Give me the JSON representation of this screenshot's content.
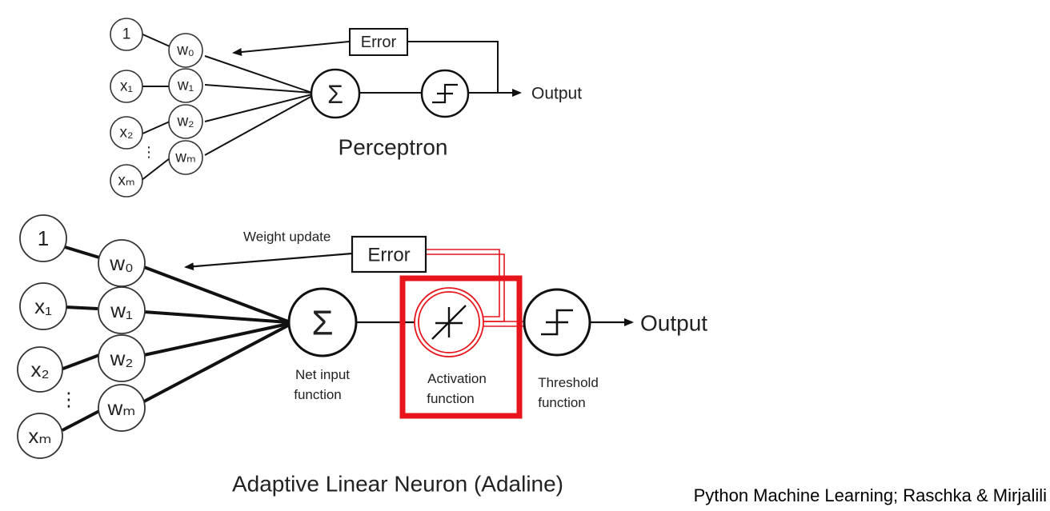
{
  "perceptron": {
    "inputs": [
      "1",
      "x₁",
      "x₂",
      "xₘ"
    ],
    "weights": [
      "w₀",
      "w₁",
      "w₂",
      "wₘ"
    ],
    "ellipsis": "⋮",
    "sum_symbol": "Σ",
    "error_label": "Error",
    "output_label": "Output",
    "title": "Perceptron"
  },
  "adaline": {
    "inputs": [
      "1",
      "x₁",
      "x₂",
      "xₘ"
    ],
    "weights": [
      "w₀",
      "w₁",
      "w₂",
      "wₘ"
    ],
    "ellipsis": "⋮",
    "sum_symbol": "Σ",
    "weight_update_label": "Weight update",
    "error_label": "Error",
    "output_label": "Output",
    "net_input_label": [
      "Net input",
      "function"
    ],
    "activation_label": [
      "Activation",
      "function"
    ],
    "threshold_label": [
      "Threshold",
      "function"
    ],
    "title": "Adaptive Linear Neuron (Adaline)"
  },
  "caption": "Python Machine Learning; Raschka & Mirjalili",
  "colors": {
    "highlight": "#e8141b",
    "stroke": "#111111",
    "text": "#222222"
  }
}
